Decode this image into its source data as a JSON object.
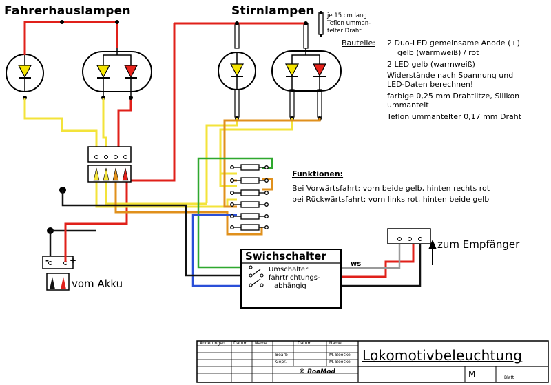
{
  "headings": {
    "cab_lamps": "Fahrerhauslampen",
    "front_lamps": "Stirnlampen",
    "to_battery": "vom Akku",
    "to_receiver": "zum Empfänger",
    "functions_title": "Funktionen:"
  },
  "wire_note": [
    "je 15 cm lang",
    "Teflon umman-",
    "telter Draht"
  ],
  "parts": {
    "label": "Bauteile:",
    "items": [
      [
        "2 Duo-LED gemeinsame Anode (+)",
        "gelb (warmweiß) / rot"
      ],
      [
        "2 LED gelb (warmweiß)"
      ],
      [
        "Widerstände nach Spannung und",
        "LED-Daten berechnen!"
      ],
      [
        "farbige 0,25 mm Drahtlitze, Silikon",
        "ummantelt"
      ],
      [
        "Teflon ummantelter 0,17 mm Draht"
      ]
    ]
  },
  "functions": [
    "Bei Vorwärtsfahrt: vorn beide gelb, hinten rechts rot",
    "bei Rückwärtsfahrt: vorn links rot, hinten beide gelb"
  ],
  "switch": {
    "title": "Swichschalter",
    "desc": [
      "Umschalter",
      "fahrtrichtungs-",
      "abhängig"
    ]
  },
  "battery_polarity": {
    "minus": "-",
    "plus": "+"
  },
  "wire_label": "ws",
  "title_block": {
    "headers": [
      "Änderungen",
      "Datum",
      "Name",
      "Datum",
      "Name"
    ],
    "rows": [
      {
        "label": "Bearb",
        "name": "M. Boocke"
      },
      {
        "label": "Gepr.",
        "name": "M. Boocke"
      }
    ],
    "company": "BoaMod",
    "title": "Lokomotivbeleuchtung",
    "scale": "M",
    "sheet": "Blatt"
  },
  "colors": {
    "red": "#e0201a",
    "yellow": "#f3e33a",
    "orange": "#e0901c",
    "green": "#2ea82e",
    "blue": "#2a4fd8",
    "black": "#111111",
    "grey": "#9a9a9a",
    "led_yellow": "#f4e400",
    "led_red": "#e8231b"
  }
}
